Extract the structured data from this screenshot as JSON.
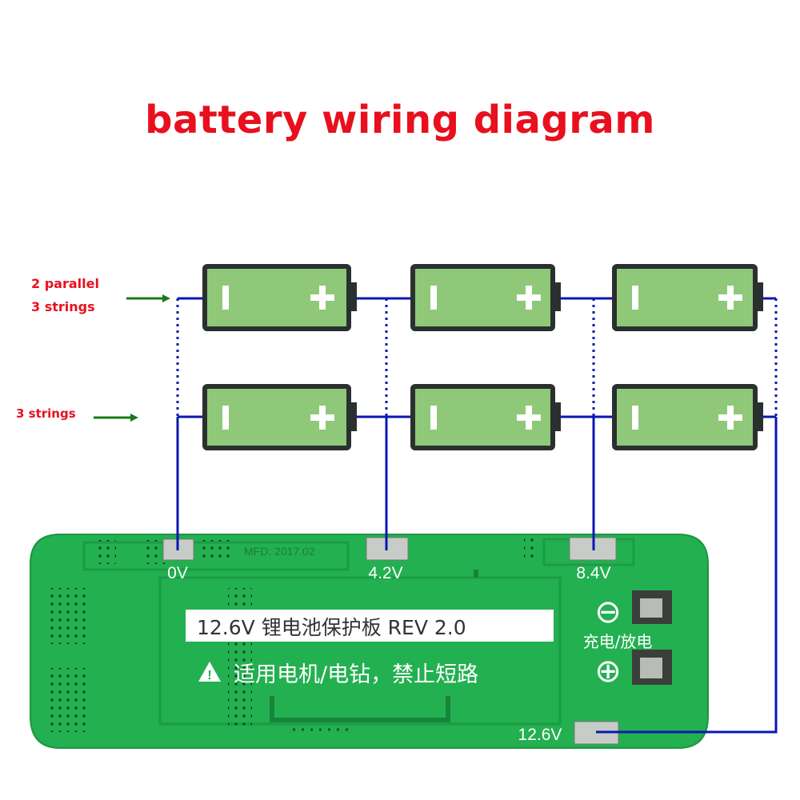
{
  "title": "battery wiring diagram",
  "notes": {
    "top_line1": "2 parallel",
    "top_line2": "3 strings",
    "bottom": "3 strings"
  },
  "battery": {
    "minus_symbol": "I",
    "plus_symbol": "+"
  },
  "board": {
    "terminals": {
      "t0": "0V",
      "t1": "4.2V",
      "t2": "8.4V",
      "t3": "12.6V"
    },
    "mfd": "MFD: 2017.02",
    "label_main": "12.6V 锂电池保护板 REV 2.0",
    "warning": "适用电机/电钻，禁止短路",
    "charge_discharge": "充电/放电",
    "minus_sign": "⊖",
    "plus_sign": "⊕"
  },
  "colors": {
    "title": "#e8101e",
    "wire": "#0a17b2",
    "arrow": "#1a7a1a",
    "battery_body": "#8fc879",
    "battery_outline": "#2a2f2f",
    "pcb": "#23b050"
  }
}
